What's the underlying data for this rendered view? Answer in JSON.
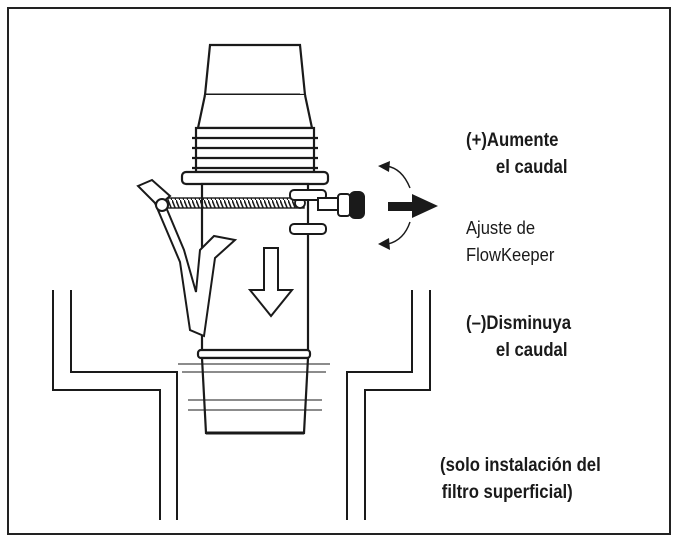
{
  "increase_flow": {
    "line1": "(+)Aumente",
    "line2": "el caudal"
  },
  "adjust_label": {
    "line1": "Ajuste de",
    "line2": "FlowKeeper"
  },
  "decrease_flow": {
    "line1": "(–)Disminuya",
    "line2": "el caudal"
  },
  "install_note": {
    "line1": "(solo instalación del",
    "line2": "filtro superficial)"
  },
  "colors": {
    "ink": "#1a1a1a",
    "background": "#ffffff"
  },
  "icons": [
    "flowkeeper-adjust-arrow-icon",
    "flow-direction-down-arrow-icon",
    "rotate-curved-arrows-icon"
  ]
}
